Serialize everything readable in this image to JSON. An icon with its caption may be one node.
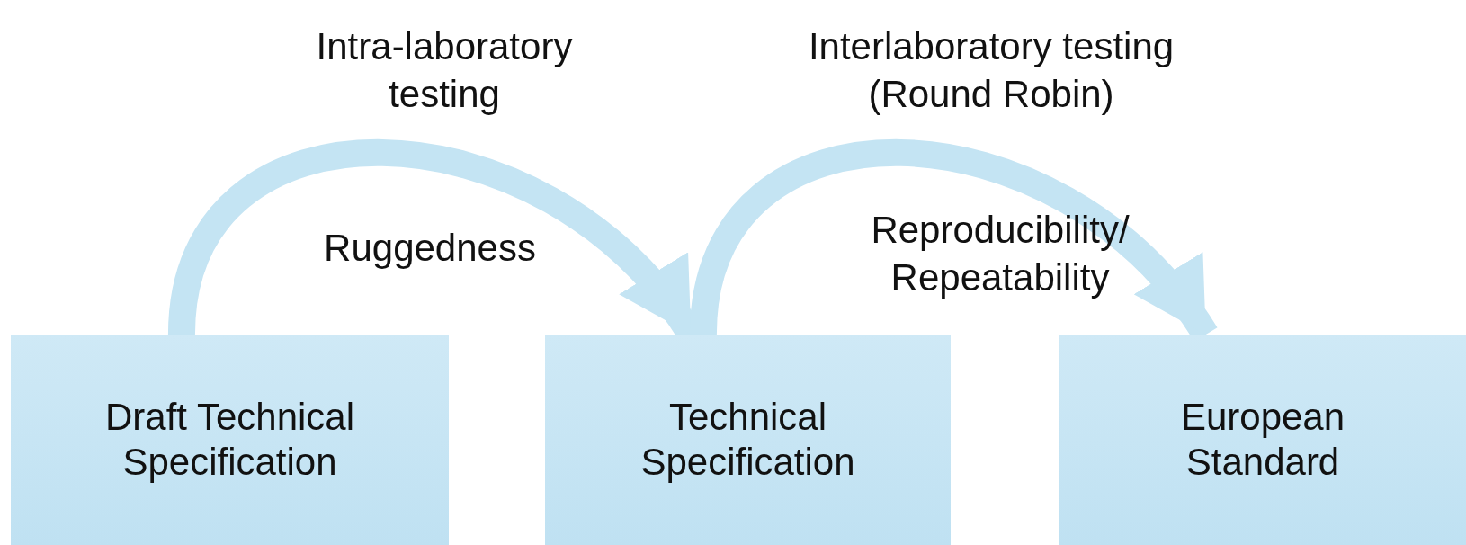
{
  "diagram": {
    "nodes": [
      {
        "text": [
          "Draft Technical Specification"
        ]
      },
      {
        "text": [
          "Technical Specification"
        ]
      },
      {
        "text": [
          "European Standard"
        ]
      }
    ],
    "edges": [
      {
        "from": 0,
        "to": 1,
        "arrow": "to",
        "label": "Intra-laboratory testing"
      },
      {
        "from": 1,
        "to": 2,
        "arrow": "to",
        "label": "Interlaboratory testing (Round Robin)"
      }
    ],
    "labels": [
      "Ruggedness",
      "Reproducibility/ Repeatability"
    ]
  }
}
